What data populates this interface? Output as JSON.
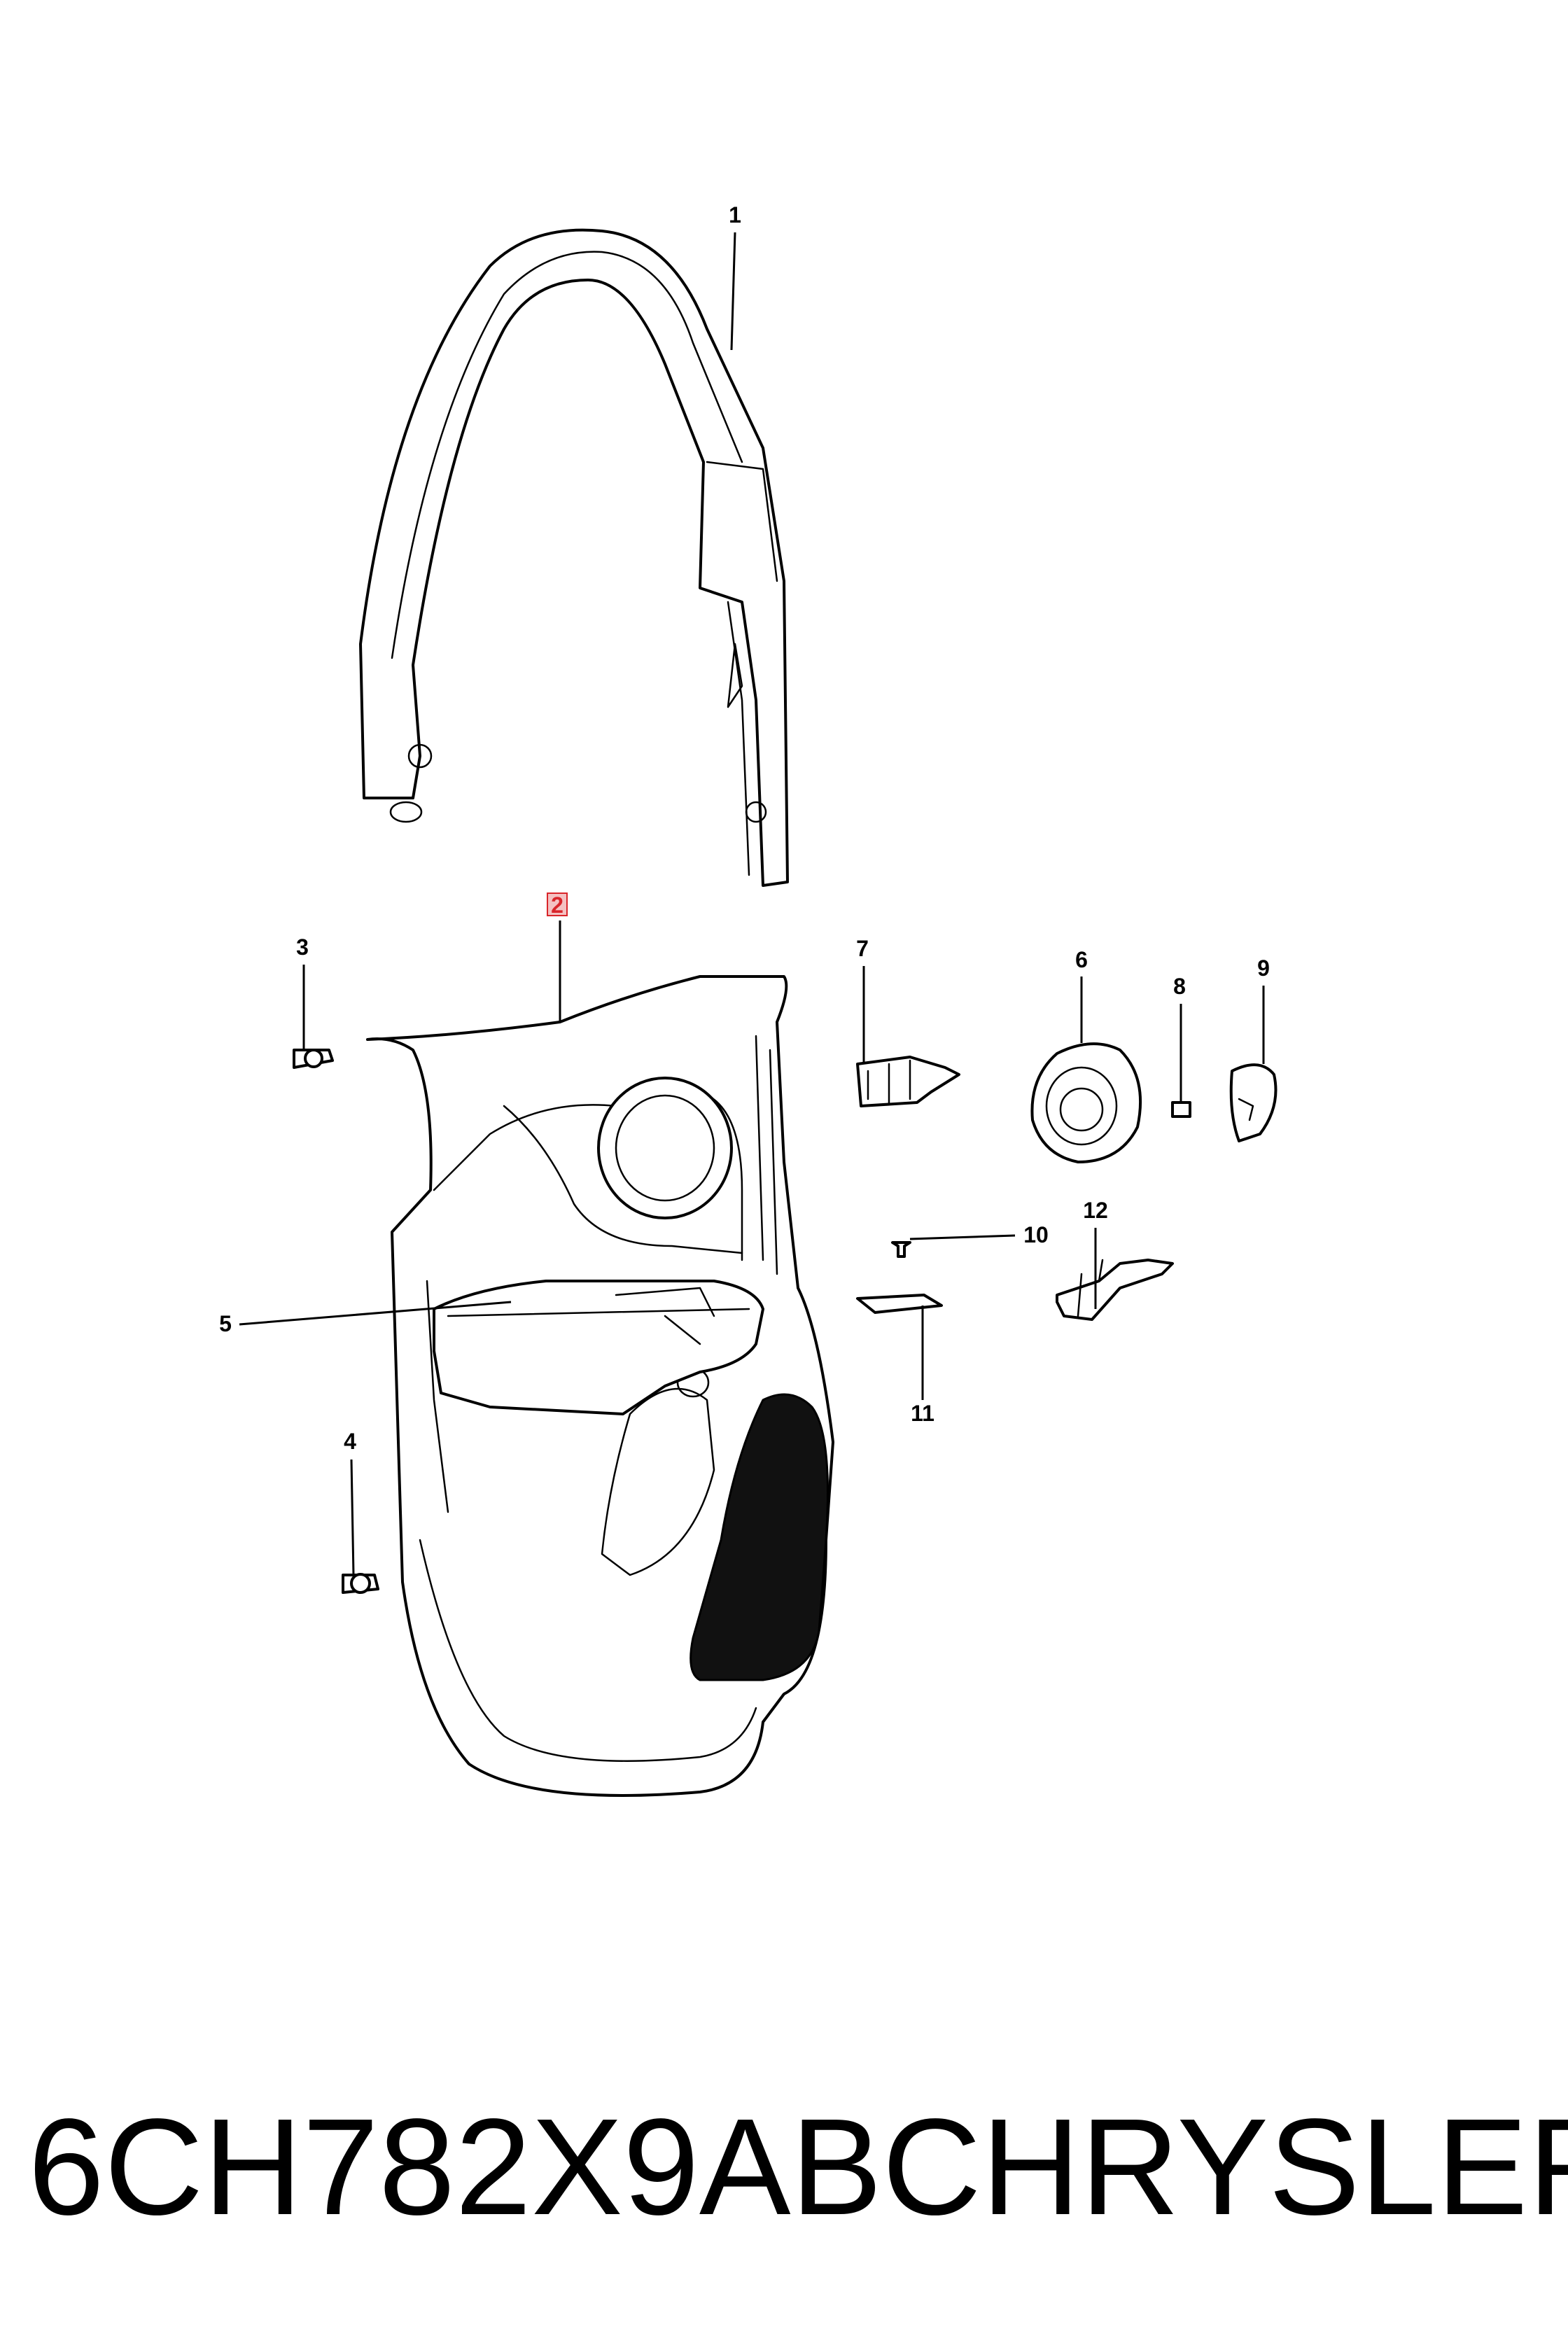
{
  "diagram": {
    "callouts": [
      {
        "id": "1",
        "label": "1"
      },
      {
        "id": "2",
        "label": "2",
        "highlight_color": "#d9252a"
      },
      {
        "id": "3",
        "label": "3"
      },
      {
        "id": "4",
        "label": "4"
      },
      {
        "id": "5",
        "label": "5"
      },
      {
        "id": "6",
        "label": "6"
      },
      {
        "id": "7",
        "label": "7"
      },
      {
        "id": "8",
        "label": "8"
      },
      {
        "id": "9",
        "label": "9"
      },
      {
        "id": "10",
        "label": "10"
      },
      {
        "id": "11",
        "label": "11"
      },
      {
        "id": "12",
        "label": "12"
      }
    ]
  },
  "footer": {
    "part_number": "6CH782X9AB",
    "brand": "CHRYSLER"
  }
}
